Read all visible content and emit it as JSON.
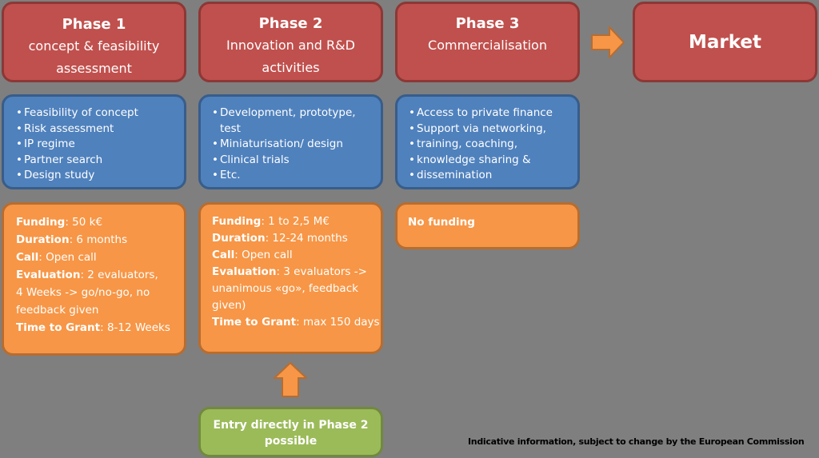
{
  "phases": [
    {
      "title": "Phase 1",
      "subtitle": [
        "concept & feasibility",
        "assessment"
      ],
      "items": [
        "Feasibility of concept",
        "Risk assessment",
        "IP regime",
        "Partner search",
        "Design study"
      ],
      "details": [
        {
          "k": "Funding",
          "v": ": 50 k€"
        },
        {
          "k": "Duration",
          "v": ": 6 months"
        },
        {
          "k": "Call",
          "v": ": Open call"
        },
        {
          "k": "Evaluation",
          "v": ": 2 evaluators,"
        },
        {
          "k": "",
          "v": "4 Weeks -> go/no-go, no"
        },
        {
          "k": "",
          "v": "feedback given"
        },
        {
          "k": "Time to Grant",
          "v": ": 8-12 Weeks"
        }
      ]
    },
    {
      "title": "Phase 2",
      "subtitle": [
        "Innovation and R&D",
        "activities"
      ],
      "items": [
        "Development, prototype,",
        "test",
        "Miniaturisation/ design",
        "Clinical trials",
        "Etc."
      ],
      "details": [
        {
          "k": "Funding",
          "v": ": 1 to 2,5 M€"
        },
        {
          "k": "Duration",
          "v": ": 12-24 months"
        },
        {
          "k": "Call",
          "v": ": Open call"
        },
        {
          "k": "Evaluation",
          "v": ": 3 evaluators ->"
        },
        {
          "k": "",
          "v": "unanimous «go», feedback"
        },
        {
          "k": "",
          "v": "given)"
        },
        {
          "k": "Time to Grant",
          "v": ": max 150 days"
        }
      ]
    },
    {
      "title": "Phase 3",
      "subtitle": [
        "Commercialisation"
      ],
      "items": [
        "Access to private finance",
        "Support via networking,",
        "training, coaching,",
        "knowledge sharing &",
        "dissemination"
      ],
      "details": [
        {
          "k": "No funding",
          "v": ""
        }
      ]
    }
  ],
  "market": "Market",
  "entry": [
    "Entry directly in Phase 2",
    "possible"
  ],
  "note": "Indicative information, subject to change by the European Commission",
  "colors": {
    "background": "#7f7f7f",
    "phase": "#c0504d",
    "activities": "#4f81bd",
    "conditions": "#f79646",
    "entry": "#9bbb59",
    "arrow": "#f79646"
  }
}
